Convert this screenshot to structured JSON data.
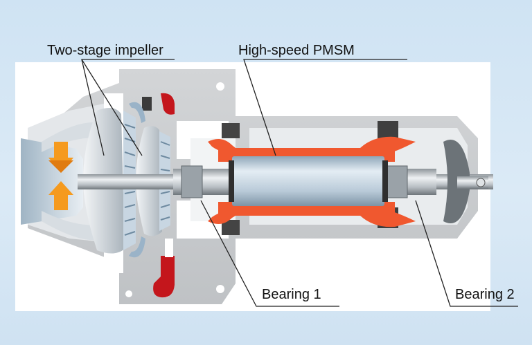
{
  "labels": {
    "impeller": "Two-stage impeller",
    "motor": "High-speed PMSM",
    "bearing1": "Bearing 1",
    "bearing2": "Bearing 2"
  },
  "colors": {
    "housing": "#c9c9c9",
    "housing_light": "#e6e8ea",
    "cavity": "#ffffff",
    "stator": "#f0582f",
    "inlet_flow": "#f59a1e",
    "volute_red": "#c4161c",
    "shaft": "#aeb4b9",
    "rotor": "#b7c9d8",
    "leader": "#222222"
  },
  "icons": [
    "flow-arrow-icon"
  ]
}
